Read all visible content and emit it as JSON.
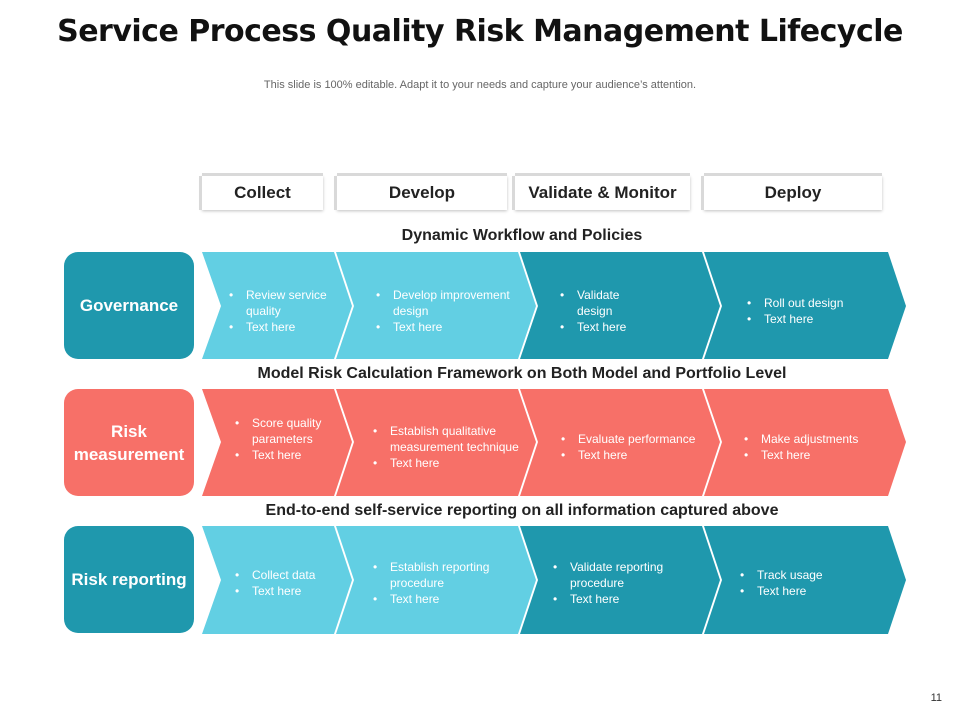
{
  "title": "Service Process Quality Risk Management Lifecycle",
  "subtitle": "This slide is 100% editable. Adapt it to your needs and capture your audience’s attention.",
  "stages": [
    "Collect",
    "Develop",
    "Validate & Monitor",
    "Deploy"
  ],
  "colors": {
    "light_teal": "#62cfe3",
    "dark_teal": "#1f98ad",
    "coral": "#f77068",
    "text_dark": "#222222"
  },
  "rows": [
    {
      "label": "Governance",
      "band_label": "Dynamic Workflow and Policies",
      "cells": [
        [
          "Review service quality",
          "Text here"
        ],
        [
          "Develop improvement design",
          "Text here"
        ],
        [
          "Validate design",
          "Text here"
        ],
        [
          "Roll out design",
          "Text here"
        ]
      ]
    },
    {
      "label": "Risk measurement",
      "band_label": "Model Risk Calculation Framework on Both Model and Portfolio Level",
      "cells": [
        [
          "Score quality parameters",
          "Text here"
        ],
        [
          "Establish qualitative measurement technique",
          "Text here"
        ],
        [
          "Evaluate performance",
          "Text here"
        ],
        [
          "Make adjustments",
          "Text here"
        ]
      ]
    },
    {
      "label": "Risk reporting",
      "band_label": "End-to-end self-service reporting on all information captured above",
      "cells": [
        [
          "Collect data",
          "Text here"
        ],
        [
          "Establish reporting procedure",
          "Text here"
        ],
        [
          "Validate reporting procedure",
          "Text here"
        ],
        [
          "Track usage",
          "Text here"
        ]
      ]
    }
  ],
  "page_number": "11"
}
